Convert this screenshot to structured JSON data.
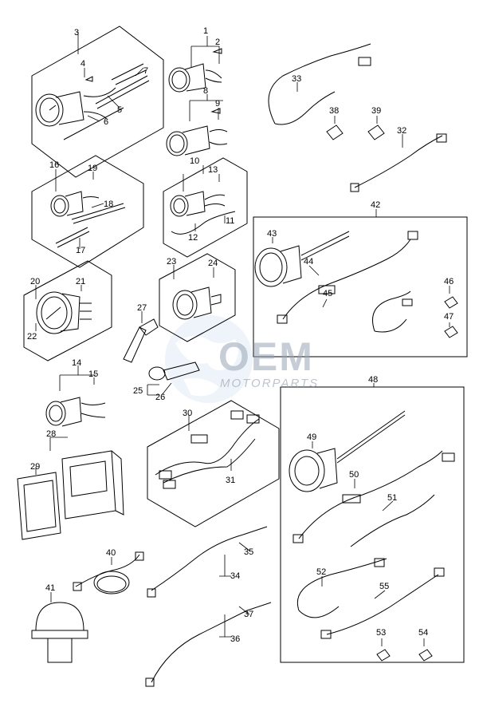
{
  "diagram": {
    "callouts": {
      "c1": "1",
      "c2": "2",
      "c3": "3",
      "c4": "4",
      "c5": "5",
      "c6": "6",
      "c7": "7",
      "c8": "8",
      "c9": "9",
      "c10": "10",
      "c11": "11",
      "c12": "12",
      "c13": "13",
      "c14": "14",
      "c15": "15",
      "c16": "16",
      "c17": "17",
      "c18": "18",
      "c19": "19",
      "c20": "20",
      "c21": "21",
      "c22": "22",
      "c23": "23",
      "c24": "24",
      "c25": "25",
      "c26": "26",
      "c27": "27",
      "c28": "28",
      "c29": "29",
      "c30": "30",
      "c31": "31",
      "c32": "32",
      "c33": "33",
      "c34": "34",
      "c35": "35",
      "c36": "36",
      "c37": "37",
      "c38": "38",
      "c39": "39",
      "c40": "40",
      "c41": "41",
      "c42": "42",
      "c43": "43",
      "c44": "44",
      "c45": "45",
      "c46": "46",
      "c47": "47",
      "c48": "48",
      "c49": "49",
      "c50": "50",
      "c51": "51",
      "c52": "52",
      "c53": "53",
      "c54": "54",
      "c55": "55"
    },
    "watermark": {
      "brand": "OEM",
      "tagline": "MOTORPARTS"
    }
  }
}
